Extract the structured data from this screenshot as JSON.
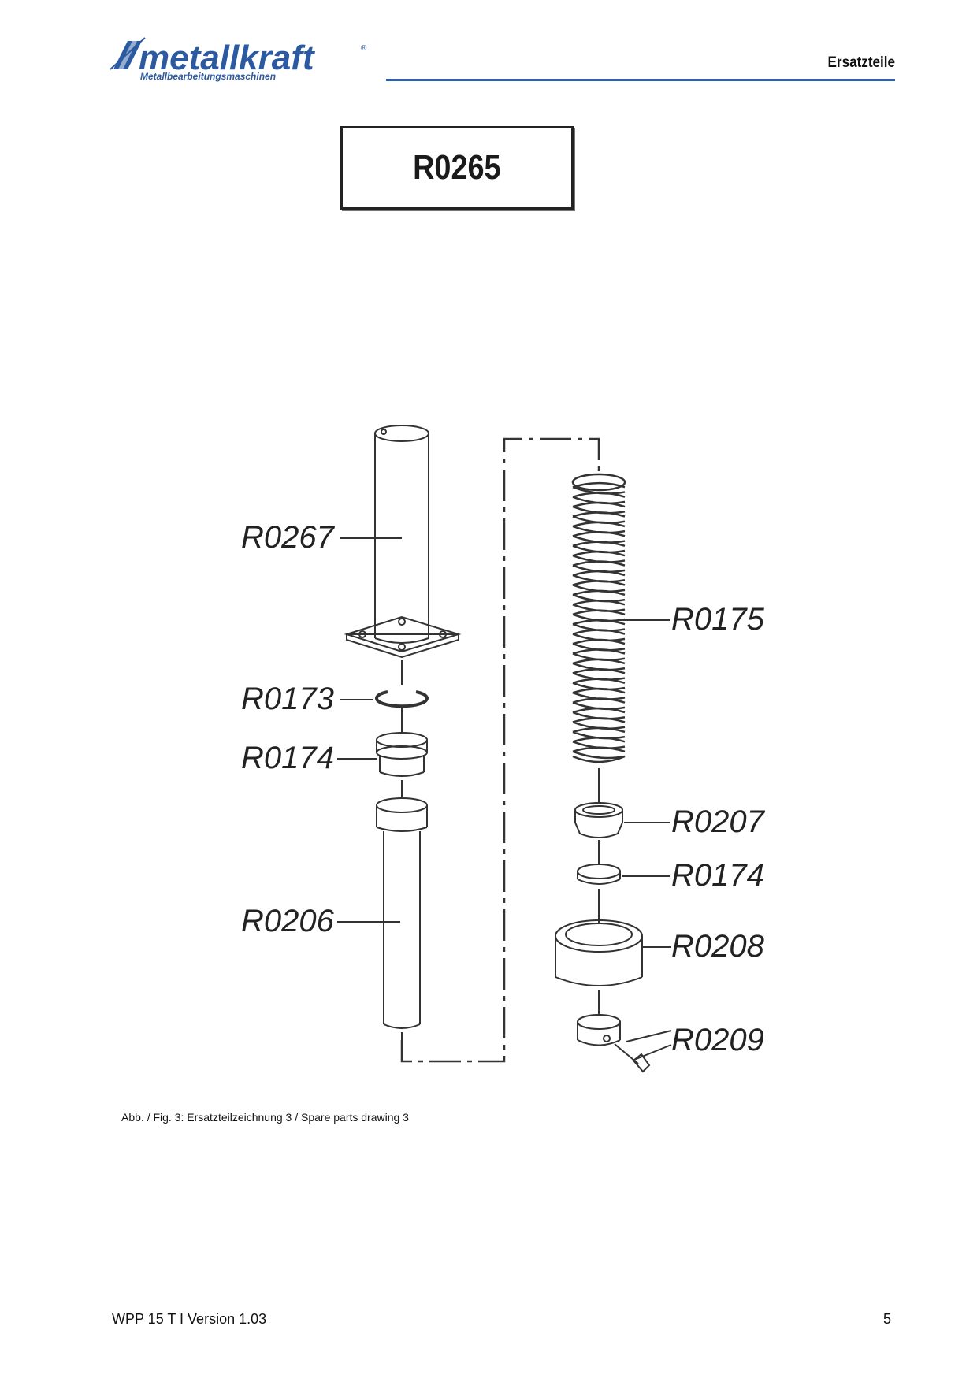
{
  "header": {
    "brand": "metallkraft",
    "brand_registered": "®",
    "brand_tagline": "Metallbearbeitungsmaschinen",
    "section_title": "Ersatzteile",
    "rule_color": "#2f5fb0"
  },
  "assembly": {
    "code": "R0265"
  },
  "parts": [
    {
      "code": "R0267"
    },
    {
      "code": "R0173"
    },
    {
      "code": "R0174"
    },
    {
      "code": "R0206"
    },
    {
      "code": "R0175"
    },
    {
      "code": "R0207"
    },
    {
      "code": "R0174"
    },
    {
      "code": "R0208"
    },
    {
      "code": "R0209"
    }
  ],
  "caption": "Abb. / Fig. 3: Ersatzteilzeichnung 3 /  Spare parts drawing 3",
  "footer": {
    "doc_version": "WPP 15 T I Version 1.03",
    "page_number": "5"
  }
}
